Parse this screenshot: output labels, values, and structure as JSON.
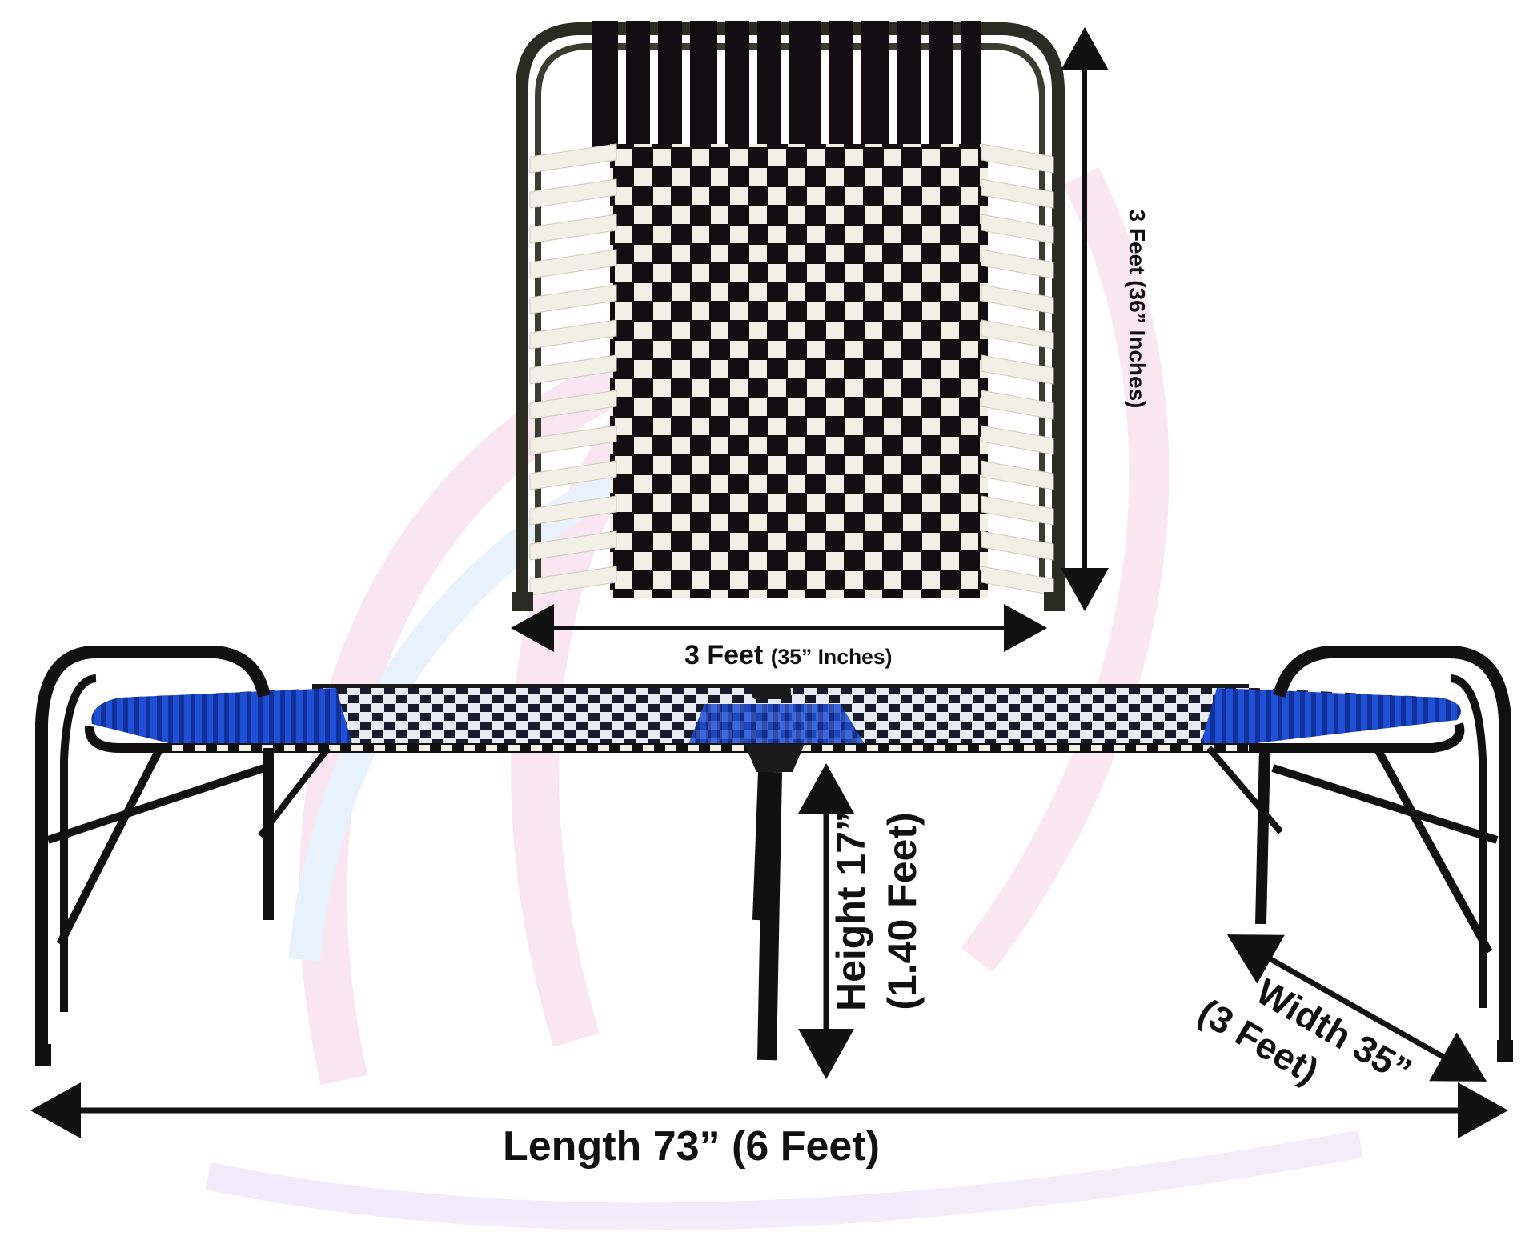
{
  "labels": {
    "folded_width_main": "3 Feet",
    "folded_width_sub": "(35” Inches)",
    "folded_height_main": "3 Feet",
    "folded_height_sub": "(36” Inches)",
    "length": "Length 73” (6 Feet)",
    "height_line1": "Height 17”",
    "height_line2": "(1.40 Feet)",
    "width_line1": "Width 35”",
    "width_line2": "(3 Feet)"
  },
  "colors": {
    "frame": "#111111",
    "strap_dark": "#120d10",
    "strap_light": "#f1efe6",
    "strap_blue": "#1e4fd6",
    "arrow": "#111111",
    "background_swirl_pink": "#f6d3e4",
    "background_swirl_blue": "#d6e8fb"
  },
  "icons": {
    "arrow": "double-headed-arrow"
  }
}
